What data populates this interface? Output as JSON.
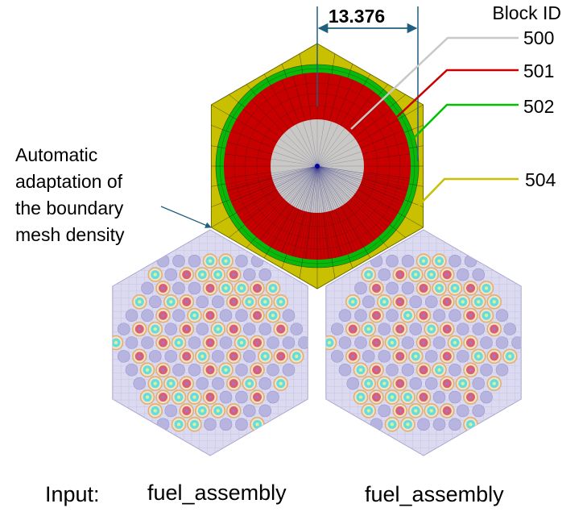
{
  "dimension": {
    "value": "13.376",
    "color": "#1f5f7f"
  },
  "legend": {
    "title": "Block ID",
    "items": [
      {
        "id": "500",
        "color": "#c8c8c4"
      },
      {
        "id": "501",
        "color": "#c80000"
      },
      {
        "id": "502",
        "color": "#00c000"
      },
      {
        "id": "504",
        "color": "#c8c000"
      }
    ]
  },
  "annotation": {
    "lines": [
      "Automatic",
      "adaptation of",
      "the boundary",
      "mesh density"
    ]
  },
  "captions": {
    "input": "Input:",
    "left": "fuel_assembly",
    "right": "fuel_assembly"
  },
  "colors": {
    "gray": "#c9c8c4",
    "red": "#c80000",
    "green": "#0ab80a",
    "yellow": "#c8c000",
    "mesh_line": "#1a1a1a",
    "center_dot": "#0000a0",
    "assembly_bg": "#dcdaf0",
    "assembly_grid": "#c8c6e4",
    "pin_ring": "#e0b070",
    "pin_center_cyan": "#66dddd",
    "pin_center_magenta": "#b070c0",
    "pin_fill_red": "#d86070",
    "pin_plain": "#b8b4e0"
  }
}
